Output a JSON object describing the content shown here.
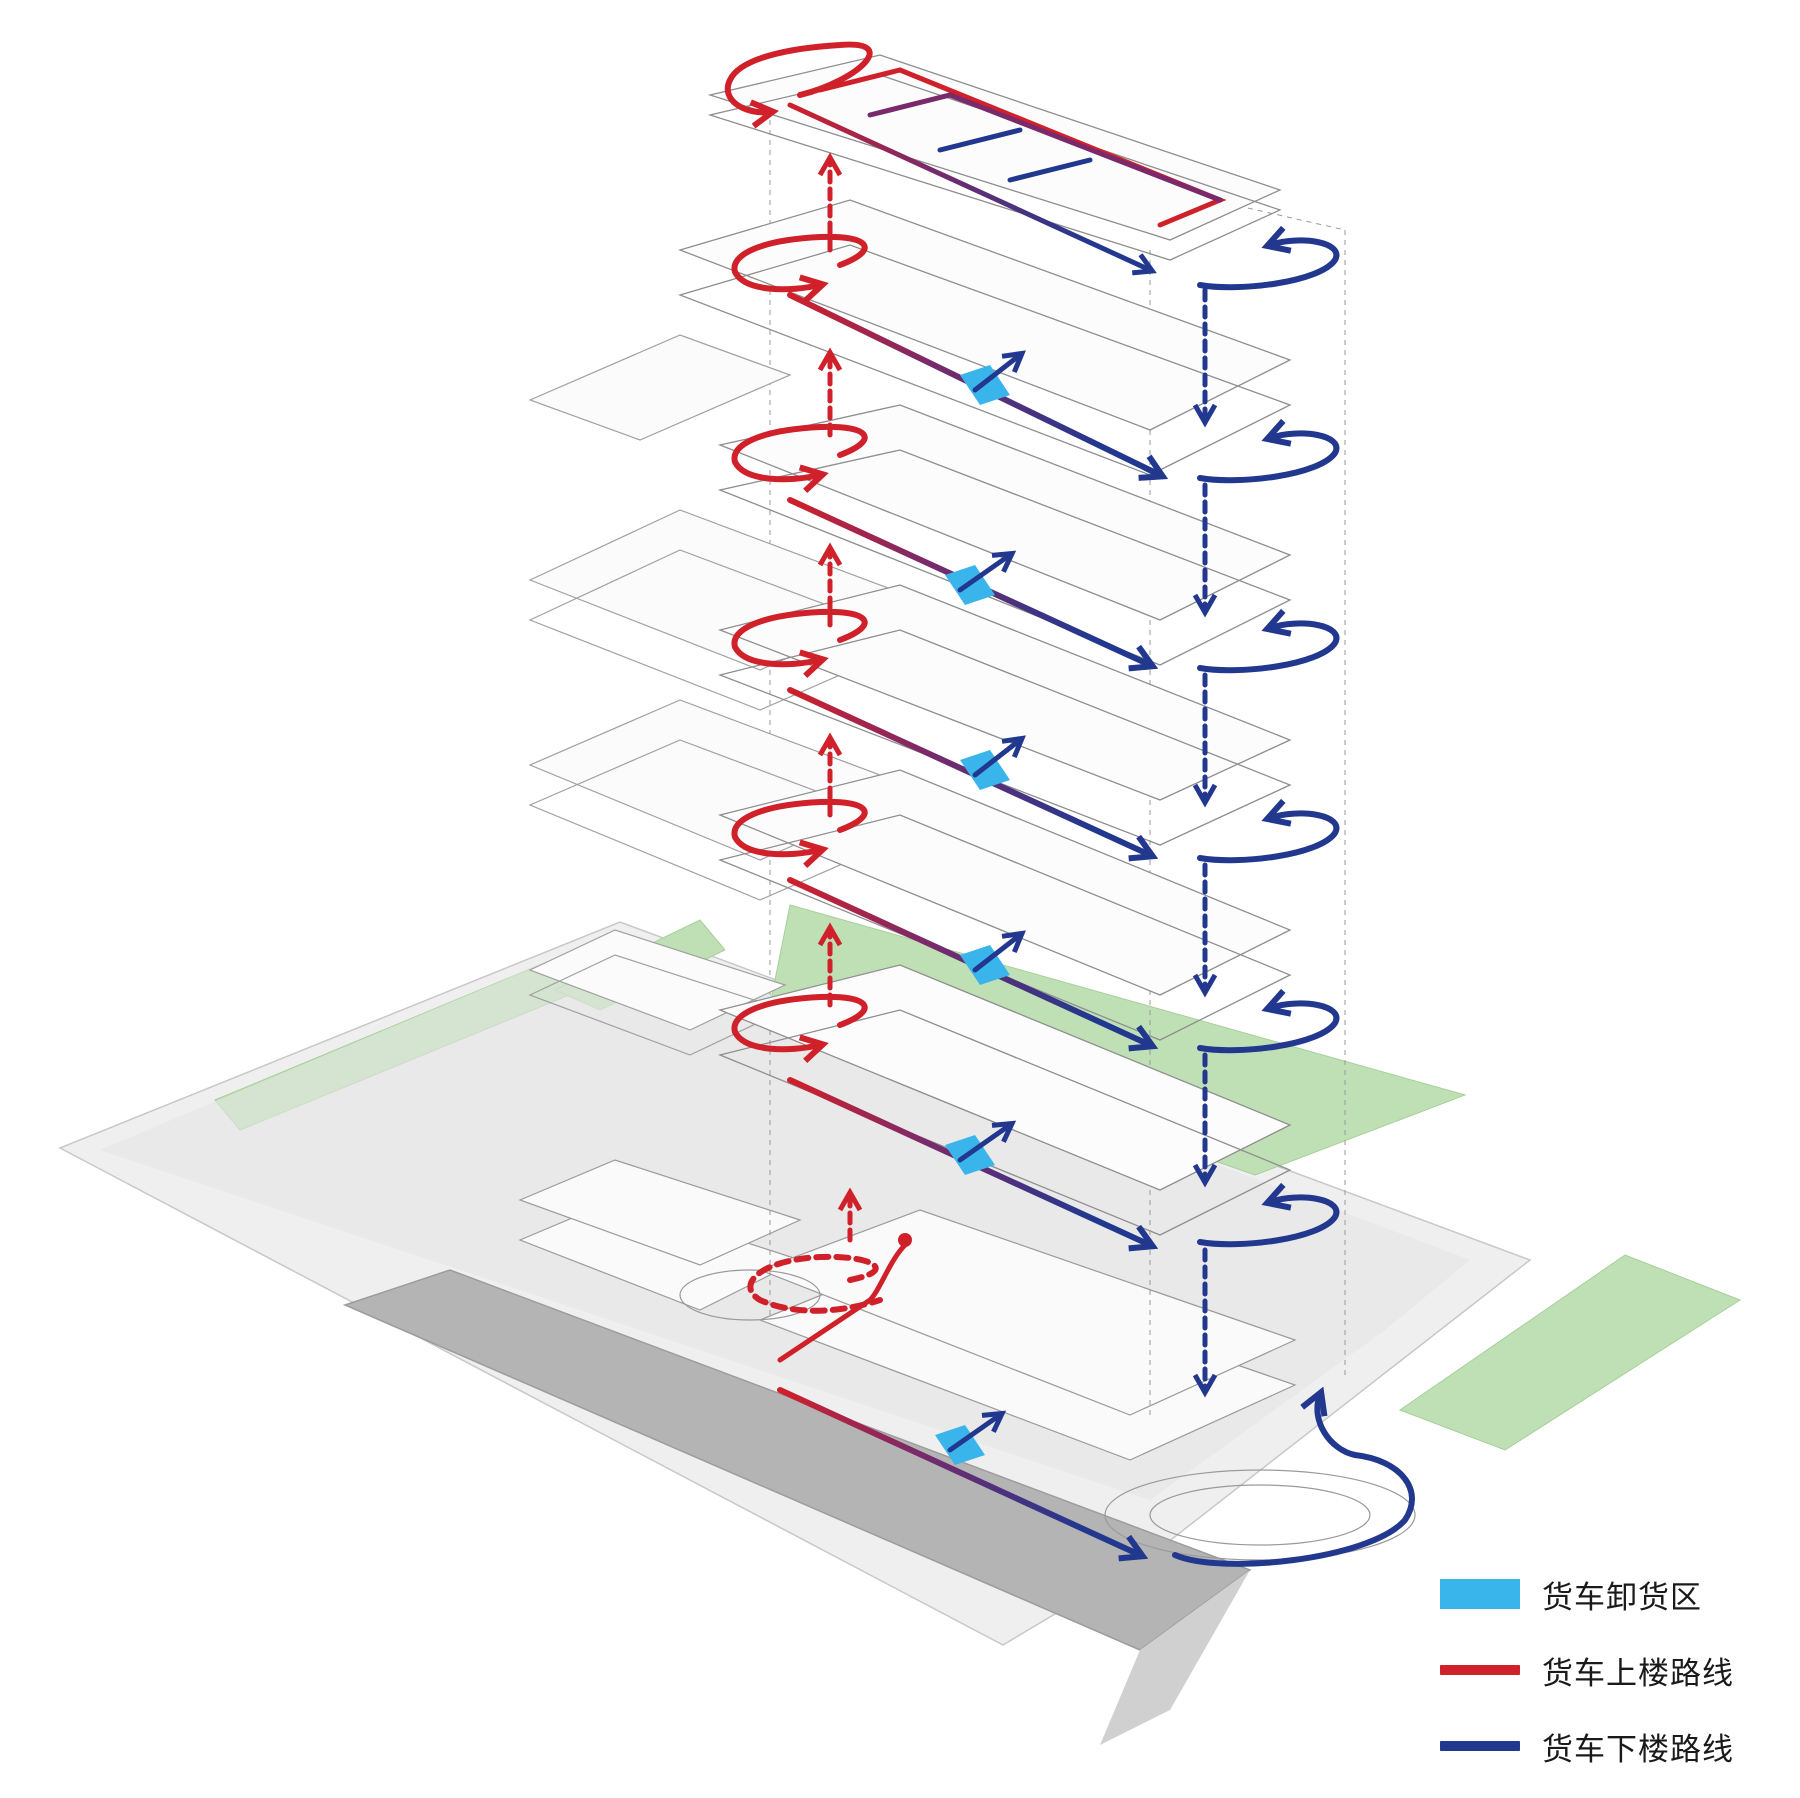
{
  "colors": {
    "unloading": "#3ab5ec",
    "up_route": "#d0202a",
    "down_route": "#22388f",
    "green_space": "#bfe0b4",
    "road": "#e6e6e6",
    "parking": "#b4b4b4",
    "structure_line": "#9a9a9a"
  },
  "legend": {
    "items": [
      {
        "label": "货车卸货区",
        "icon": "unloading-zone-swatch"
      },
      {
        "label": "货车上楼路线",
        "icon": "up-route-line"
      },
      {
        "label": "货车下楼路线",
        "icon": "down-route-line"
      }
    ]
  },
  "diagram": {
    "levels": [
      {
        "id": "roof",
        "has_unloading_zone": false
      },
      {
        "id": "level-6",
        "has_unloading_zone": true
      },
      {
        "id": "level-5",
        "has_unloading_zone": true
      },
      {
        "id": "level-4",
        "has_unloading_zone": true
      },
      {
        "id": "level-3",
        "has_unloading_zone": true
      },
      {
        "id": "level-2",
        "has_unloading_zone": true
      },
      {
        "id": "ground",
        "has_unloading_zone": true
      }
    ]
  }
}
